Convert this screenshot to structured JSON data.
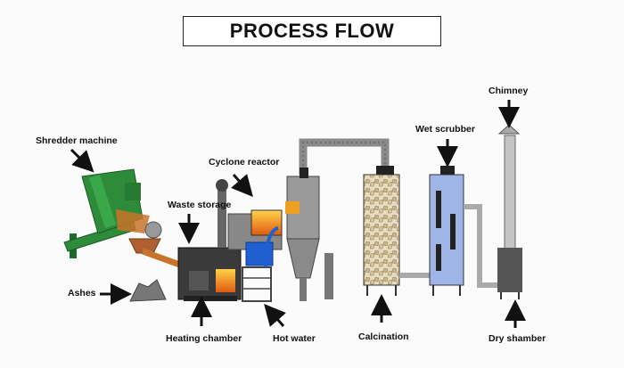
{
  "title": "PROCESS FLOW",
  "labels": {
    "shredder": "Shredder machine",
    "waste_storage": "Waste storage",
    "cyclone": "Cyclone reactor",
    "ashes": "Ashes",
    "heating": "Heating chamber",
    "hot_water": "Hot water",
    "calcination": "Calcination",
    "wet_scrubber": "Wet scrubber",
    "chimney": "Chimney",
    "dry_chamber": "Dry shamber"
  },
  "colors": {
    "shredder": "#2e8b3a",
    "pipe": "#8a8a8a",
    "hot_water_unit": "#1f5fd0",
    "scrubber_fill": "#9fb5e8",
    "flame": "#f0a020",
    "duct": "#c8742a"
  }
}
